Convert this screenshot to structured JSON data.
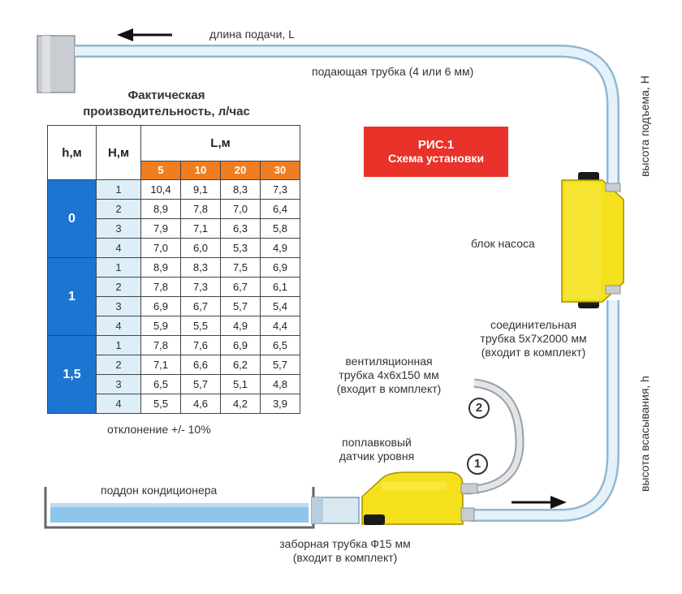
{
  "labels": {
    "supply_length": "длина подачи, L",
    "supply_tube": "подающая трубка (4 или 6 мм)",
    "lift_height": "высота подъема, H",
    "pump_unit": "блок насоса",
    "connecting_tube": [
      "соединительная",
      "трубка 5x7x2000 мм",
      "(входит в комплект)"
    ],
    "suction_height": "высота всасывания, h",
    "vent_tube": [
      "вентиляционная",
      "трубка 4x6x150 мм",
      "(входит в комплект)"
    ],
    "float_sensor": [
      "поплавковый",
      "датчик уровня"
    ],
    "tray": "поддон кондиционера",
    "intake_tube": [
      "заборная трубка Ф15 мм",
      "(входит в комплект)"
    ],
    "badge_1": "1",
    "badge_2": "2"
  },
  "figure": {
    "title": "РИС.1",
    "subtitle": "Схема установки",
    "color": "#e8322a"
  },
  "performance": {
    "title_line1": "Фактическая",
    "title_line2": "производительность, л/час",
    "header_h": "h,м",
    "header_H": "Н,м",
    "header_L": "L,м",
    "L_values": [
      "5",
      "10",
      "20",
      "30"
    ],
    "groups": [
      {
        "h": "0",
        "rows": [
          {
            "H": "1",
            "values": [
              "10,4",
              "9,1",
              "8,3",
              "7,3"
            ]
          },
          {
            "H": "2",
            "values": [
              "8,9",
              "7,8",
              "7,0",
              "6,4"
            ]
          },
          {
            "H": "3",
            "values": [
              "7,9",
              "7,1",
              "6,3",
              "5,8"
            ]
          },
          {
            "H": "4",
            "values": [
              "7,0",
              "6,0",
              "5,3",
              "4,9"
            ]
          }
        ]
      },
      {
        "h": "1",
        "rows": [
          {
            "H": "1",
            "values": [
              "8,9",
              "8,3",
              "7,5",
              "6,9"
            ]
          },
          {
            "H": "2",
            "values": [
              "7,8",
              "7,3",
              "6,7",
              "6,1"
            ]
          },
          {
            "H": "3",
            "values": [
              "6,9",
              "6,7",
              "5,7",
              "5,4"
            ]
          },
          {
            "H": "4",
            "values": [
              "5,9",
              "5,5",
              "4,9",
              "4,4"
            ]
          }
        ]
      },
      {
        "h": "1,5",
        "rows": [
          {
            "H": "1",
            "values": [
              "7,8",
              "7,6",
              "6,9",
              "6,5"
            ]
          },
          {
            "H": "2",
            "values": [
              "7,1",
              "6,6",
              "6,2",
              "5,7"
            ]
          },
          {
            "H": "3",
            "values": [
              "6,5",
              "5,7",
              "5,1",
              "4,8"
            ]
          },
          {
            "H": "4",
            "values": [
              "5,5",
              "4,6",
              "4,2",
              "3,9"
            ]
          }
        ]
      }
    ],
    "deviation": "отклонение +/- 10%",
    "colors": {
      "h_column": "#1c75d1",
      "L_header": "#f07d1f",
      "H_column": "#ddeef8"
    }
  },
  "colors": {
    "pump": "#f4e11c",
    "tube": "#bcd9ea",
    "water": "#8ec5ea"
  }
}
